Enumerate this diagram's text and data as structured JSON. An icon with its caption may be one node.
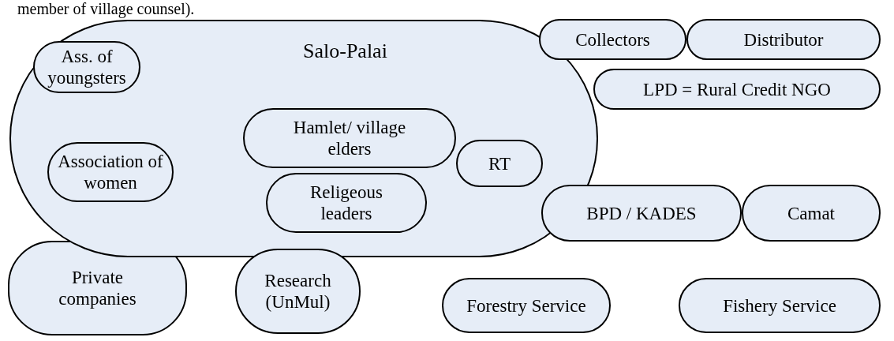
{
  "diagram": {
    "nodes": [
      {
        "text": [
          "Salo-Palai"
        ]
      },
      {
        "text": [
          "Ass. of youngsters"
        ],
        "in": 0
      },
      {
        "text": [
          "Association of women"
        ],
        "in": 0
      },
      {
        "text": [
          "Hamlet/ village elders"
        ],
        "in": 0
      },
      {
        "text": [
          "Religeous leaders"
        ],
        "in": 0
      },
      {
        "text": [
          "RT"
        ],
        "in": 0
      },
      {
        "text": [
          "Collectors"
        ]
      },
      {
        "text": [
          "Distributor"
        ]
      },
      {
        "text": [
          "LPD = Rural Credit NGO"
        ]
      },
      {
        "text": [
          "BPD / KADES"
        ]
      },
      {
        "text": [
          "Camat"
        ]
      },
      {
        "text": [
          "Private companies"
        ]
      },
      {
        "text": [
          "Research (UnMul)"
        ]
      },
      {
        "text": [
          "Forestry Service"
        ]
      },
      {
        "text": [
          "Fishery Service"
        ]
      }
    ],
    "edges": [],
    "labels": [
      "member of village counsel)."
    ]
  }
}
